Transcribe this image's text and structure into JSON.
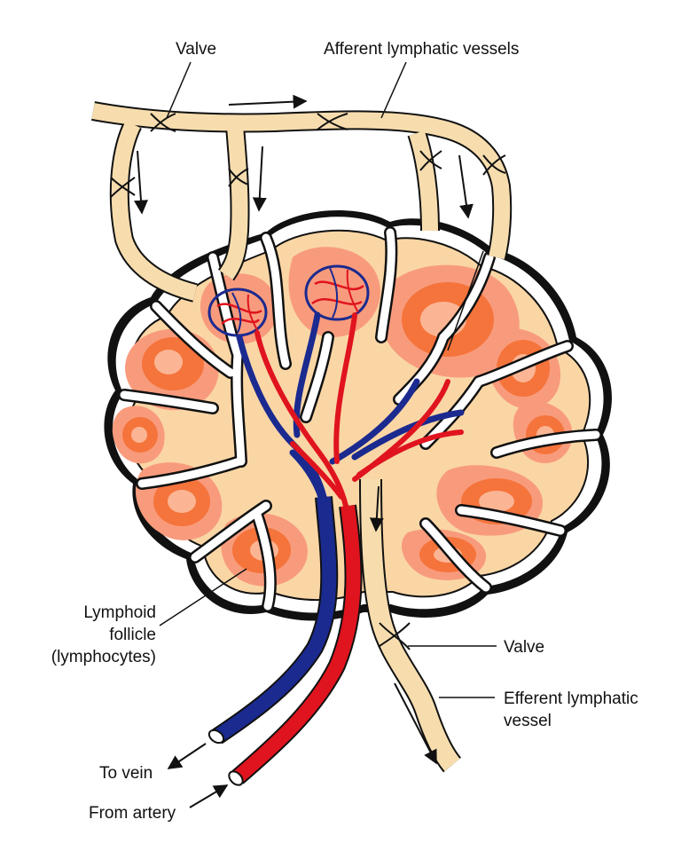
{
  "labels": {
    "valve_top": "Valve",
    "afferent": "Afferent lymphatic vessels",
    "follicle_line1": "Lymphoid",
    "follicle_line2": "follicle",
    "follicle_line3": "(lymphocytes)",
    "valve_bottom": "Valve",
    "efferent_line1": "Efferent lymphatic",
    "efferent_line2": "vessel",
    "to_vein": "To vein",
    "from_artery": "From artery"
  },
  "colors": {
    "lymph_vessel": "#F7DDAE",
    "node_tissue": "#FAD6A5",
    "follicle_outer": "#F89B7C",
    "follicle_inner": "#F5743C",
    "germinal_center": "#FBB594",
    "vein": "#1B2A8F",
    "artery": "#E0141E",
    "outline": "#111111"
  }
}
